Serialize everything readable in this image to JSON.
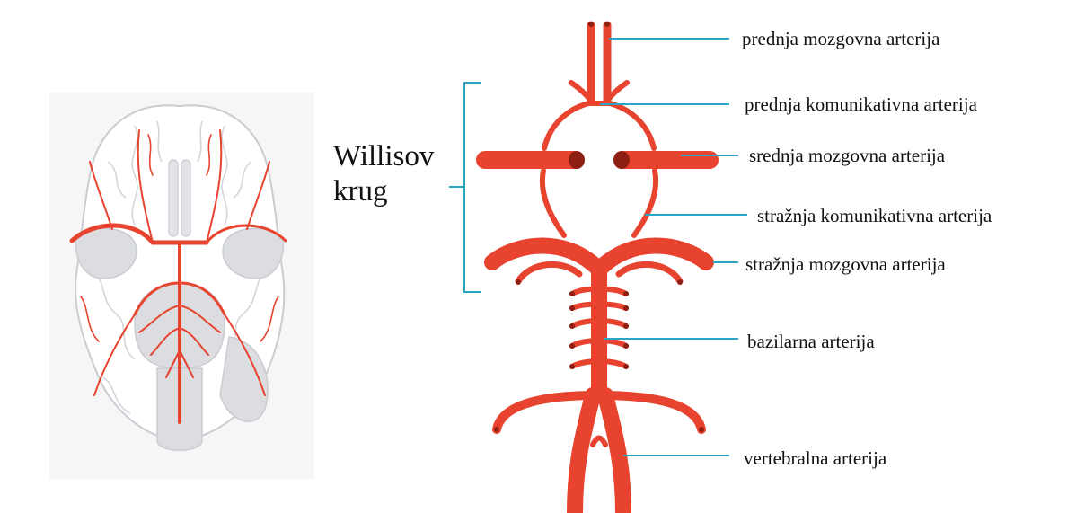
{
  "diagram": {
    "group_title": [
      "Willisov",
      "krug"
    ],
    "labels": [
      "prednja mozgovna arterija",
      "prednja komunikativna arterija",
      "srednja mozgovna arterija",
      "stražnja komunikativna arterija",
      "stražnja mozgovna arterija",
      "bazilarna arterija",
      "vertebralna arterija"
    ],
    "colors": {
      "artery": "#e8432e",
      "artery_dark": "#8e1f12",
      "leader": "#2aa5c4",
      "brain_outline": "#c9ccd2",
      "brain_fill": "#f7f7f8",
      "brain_shade": "#dcdde1"
    }
  }
}
